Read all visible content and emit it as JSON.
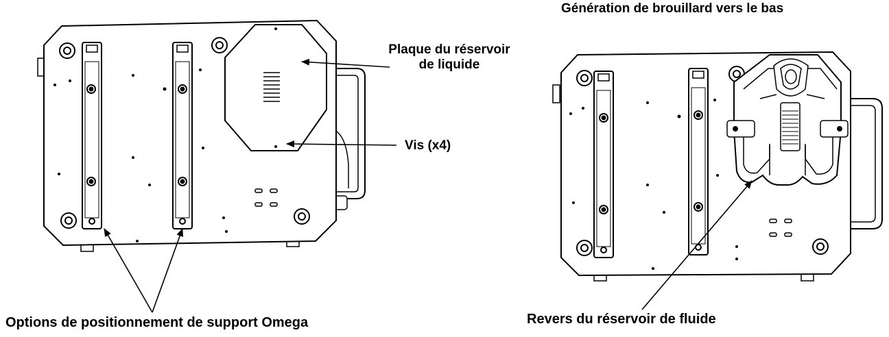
{
  "labels": {
    "title": "Génération de brouillard vers le bas",
    "plate_line1": "Plaque du réservoir",
    "plate_line2": "de liquide",
    "screws": "Vis (x4)",
    "omega": "Options de positionnement de support Omega",
    "reverse": "Revers du réservoir de fluide"
  },
  "colors": {
    "line": "#000000",
    "fill": "#ffffff"
  }
}
